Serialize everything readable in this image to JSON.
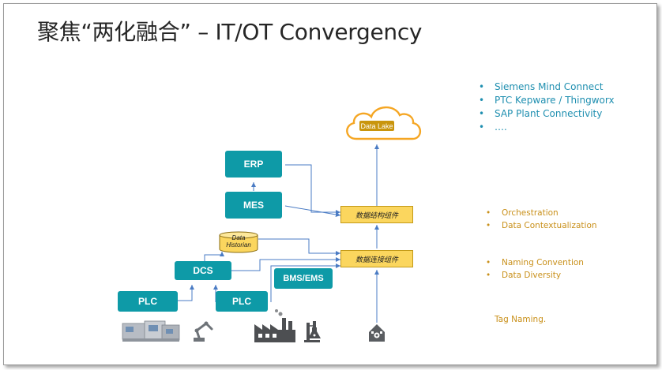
{
  "title": "聚焦“两化融合” – IT/OT Convergency",
  "nodes": {
    "erp": "ERP",
    "mes": "MES",
    "dcs": "DCS",
    "plc1": "PLC",
    "plc2": "PLC",
    "bms": "BMS/EMS",
    "historian_line1": "Data",
    "historian_line2": "Historian",
    "data_lake": "Data Lake",
    "comp_structure": "数据结构组件",
    "comp_connect": "数据连接组件"
  },
  "connectivity_list": [
    "Siemens Mind Connect",
    "PTC Kepware / Thingworx",
    "SAP Plant Connectivity",
    "…."
  ],
  "structure_functions": [
    "Orchestration",
    "Data Contextualization"
  ],
  "connect_functions": [
    "Naming Convention",
    "Data Diversity"
  ],
  "tag_naming": "Tag Naming.",
  "colors": {
    "node_teal": "#0e9aa7",
    "component_yellow": "#fbd65e",
    "data_lake_gold": "#c9950d",
    "cloud_orange": "#f5a623",
    "connector_blue": "#4a7bc4",
    "list_blue": "#1f8fb0",
    "list_orange": "#c9901a"
  },
  "icons": [
    "machine-tools-icon",
    "robot-arm-icon",
    "factory-icon",
    "chemistry-flask-icon",
    "smart-building-icon"
  ]
}
